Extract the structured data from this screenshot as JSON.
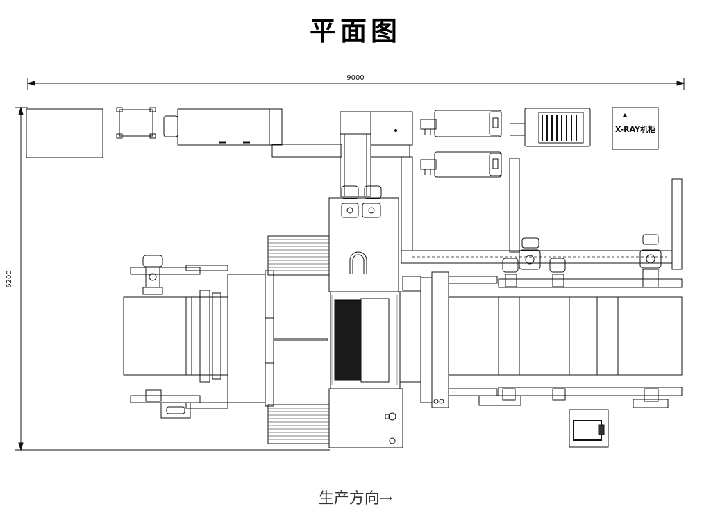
{
  "title": "平面图",
  "dimensions": {
    "width_label": "9000",
    "height_label": "6200"
  },
  "xray_label": "X-RAY机柜",
  "production_direction": "生产方向→"
}
